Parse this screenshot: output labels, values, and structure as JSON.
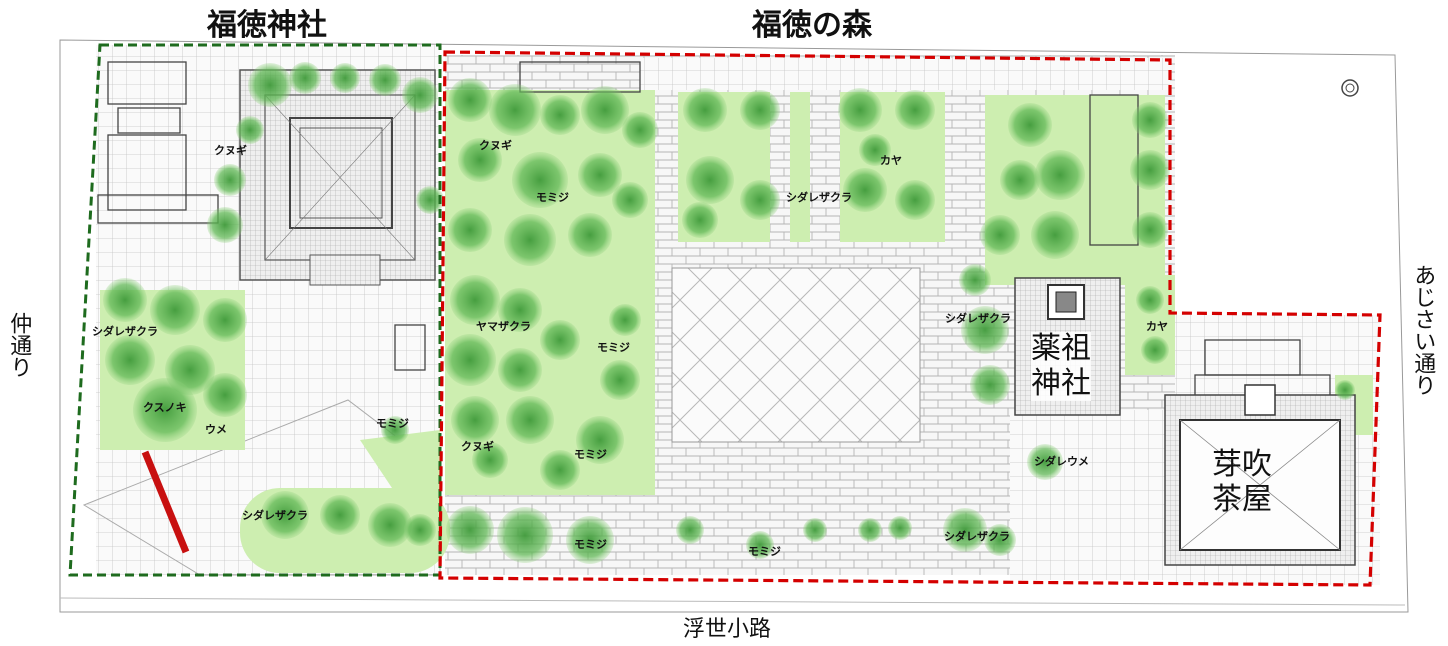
{
  "titles": {
    "shrine": "福徳神社",
    "forest": "福徳の森"
  },
  "streets": {
    "left": "仲通り",
    "right": "あじさい通り",
    "bottom": "浮世小路"
  },
  "buildings": {
    "yakuso": {
      "line1": "薬祖",
      "line2": "神社"
    },
    "teahouse": {
      "line1": "芽吹",
      "line2": "茶屋"
    }
  },
  "trees": [
    {
      "name": "kunugi-1",
      "label": "クヌギ"
    },
    {
      "name": "shidarezakura-1",
      "label": "シダレザクラ"
    },
    {
      "name": "kusunoki",
      "label": "クスノキ"
    },
    {
      "name": "ume",
      "label": "ウメ"
    },
    {
      "name": "momiji-1",
      "label": "モミジ"
    },
    {
      "name": "shidarezakura-2",
      "label": "シダレザクラ"
    },
    {
      "name": "kunugi-2",
      "label": "クヌギ"
    },
    {
      "name": "momiji-2",
      "label": "モミジ"
    },
    {
      "name": "yamazakura",
      "label": "ヤマザクラ"
    },
    {
      "name": "momiji-3",
      "label": "モミジ"
    },
    {
      "name": "kunugi-3",
      "label": "クヌギ"
    },
    {
      "name": "momiji-4",
      "label": "モミジ"
    },
    {
      "name": "momiji-5",
      "label": "モミジ"
    },
    {
      "name": "shidarezakura-3",
      "label": "シダレザクラ"
    },
    {
      "name": "kaya-1",
      "label": "カヤ"
    },
    {
      "name": "momiji-6",
      "label": "モミジ"
    },
    {
      "name": "shidarezakura-4",
      "label": "シダレザクラ"
    },
    {
      "name": "shidarezakura-5",
      "label": "シダレザクラ"
    },
    {
      "name": "kaya-2",
      "label": "カヤ"
    },
    {
      "name": "shidareume",
      "label": "シダレウメ"
    }
  ],
  "colors": {
    "shrine_boundary": "#1e6b1e",
    "forest_boundary": "#d40000",
    "canopy": "#5bb54a",
    "lawn": "#cdeeb0",
    "paving_line": "#9a9a9a",
    "marker": "#c81010"
  }
}
